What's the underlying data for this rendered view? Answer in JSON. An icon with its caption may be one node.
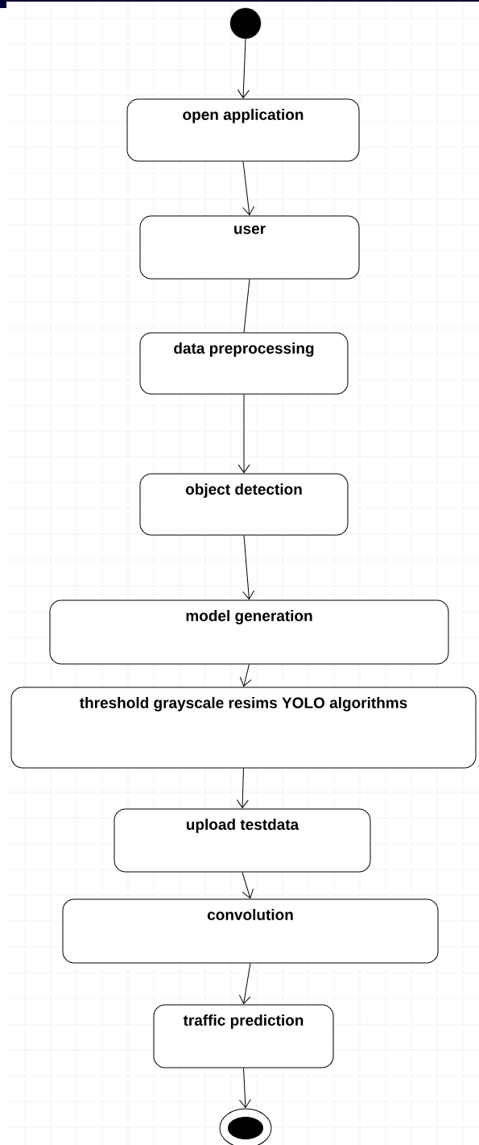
{
  "diagram": {
    "nodes": [
      {
        "text": [],
        "shape": "circle"
      },
      {
        "text": [
          "open application"
        ]
      },
      {
        "text": [
          "user"
        ]
      },
      {
        "text": [
          "data preprocessing"
        ]
      },
      {
        "text": [
          "object detection"
        ]
      },
      {
        "text": [
          "model generation"
        ]
      },
      {
        "text": [
          "threshold grayscale resims YOLO algorithms"
        ]
      },
      {
        "text": [
          "upload testdata"
        ]
      },
      {
        "text": [
          "convolution"
        ]
      },
      {
        "text": [
          "traffic prediction"
        ]
      },
      {
        "text": [],
        "shape": "bullseye"
      }
    ],
    "edges": [
      {
        "from": 0,
        "to": 1,
        "arrow": "to"
      },
      {
        "from": 1,
        "to": 2,
        "arrow": "to"
      },
      {
        "from": 2,
        "to": 3,
        "arrow": "none"
      },
      {
        "from": 3,
        "to": 4,
        "arrow": "to"
      },
      {
        "from": 4,
        "to": 5,
        "arrow": "to"
      },
      {
        "from": 5,
        "to": 6,
        "arrow": "to"
      },
      {
        "from": 6,
        "to": 7,
        "arrow": "to"
      },
      {
        "from": 7,
        "to": 8,
        "arrow": "to"
      },
      {
        "from": 8,
        "to": 9,
        "arrow": "to"
      },
      {
        "from": 9,
        "to": 10,
        "arrow": "to"
      }
    ]
  }
}
